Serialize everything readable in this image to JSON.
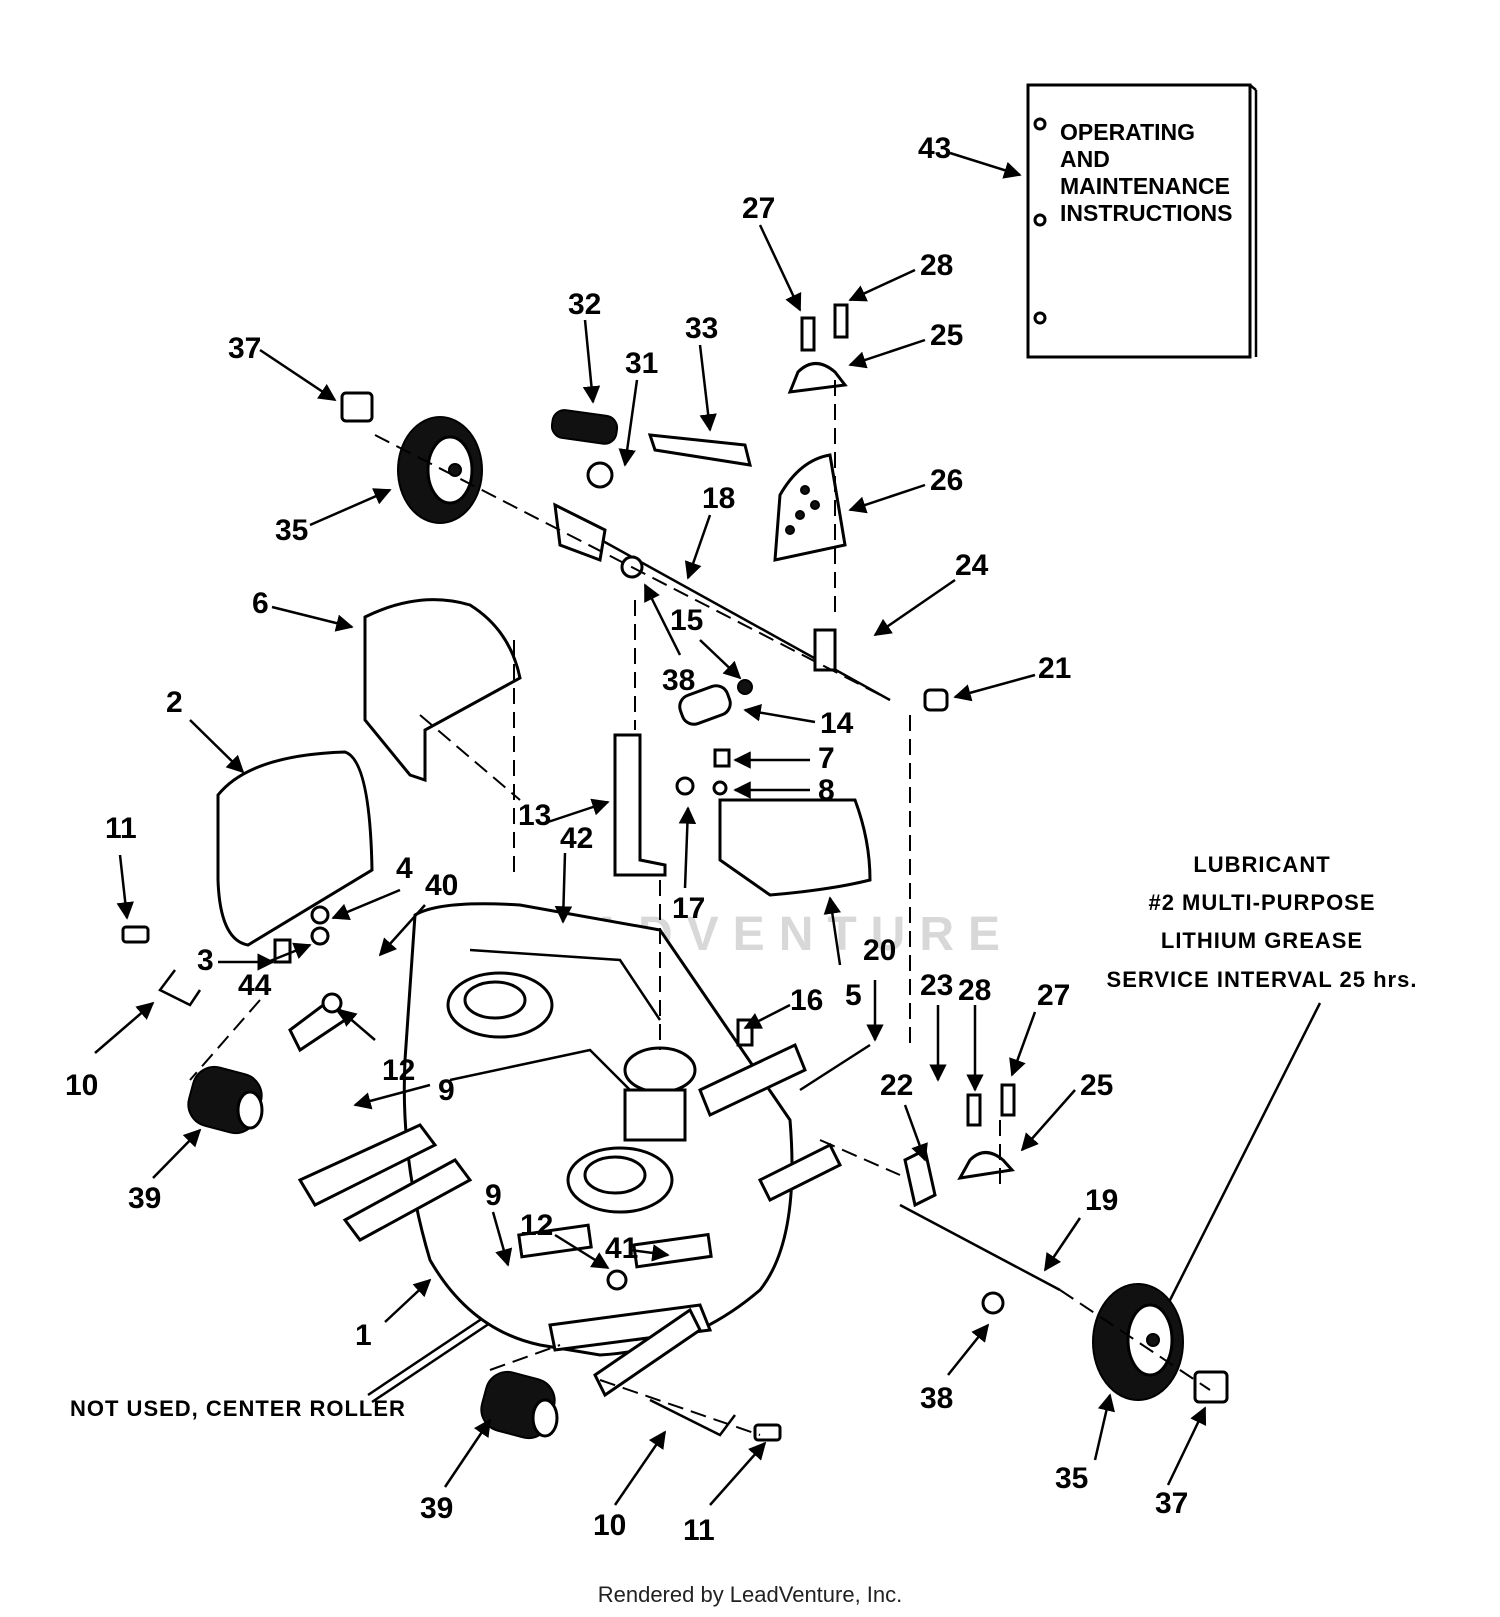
{
  "manual": {
    "lines": [
      "OPERATING",
      "AND",
      "MAINTENANCE",
      "INSTRUCTIONS"
    ]
  },
  "lubricant_note": {
    "lines": [
      "LUBRICANT",
      "#2 MULTI-PURPOSE",
      "LITHIUM GREASE",
      "SERVICE INTERVAL 25 hrs."
    ]
  },
  "center_roller_note": "NOT USED, CENTER ROLLER",
  "watermark": "LEADVENTURE",
  "footer": "Rendered by LeadVenture, Inc.",
  "callouts": [
    "43",
    "27",
    "28",
    "25",
    "26",
    "24",
    "21",
    "32",
    "31",
    "33",
    "18",
    "37",
    "35",
    "38",
    "15",
    "14",
    "7",
    "8",
    "6",
    "2",
    "11",
    "3",
    "44",
    "4",
    "40",
    "13",
    "42",
    "17",
    "10",
    "12",
    "9",
    "39",
    "16",
    "5",
    "20",
    "23",
    "28",
    "27",
    "22",
    "25",
    "19",
    "9",
    "12",
    "41",
    "1",
    "38",
    "39",
    "10",
    "11",
    "35",
    "37"
  ]
}
